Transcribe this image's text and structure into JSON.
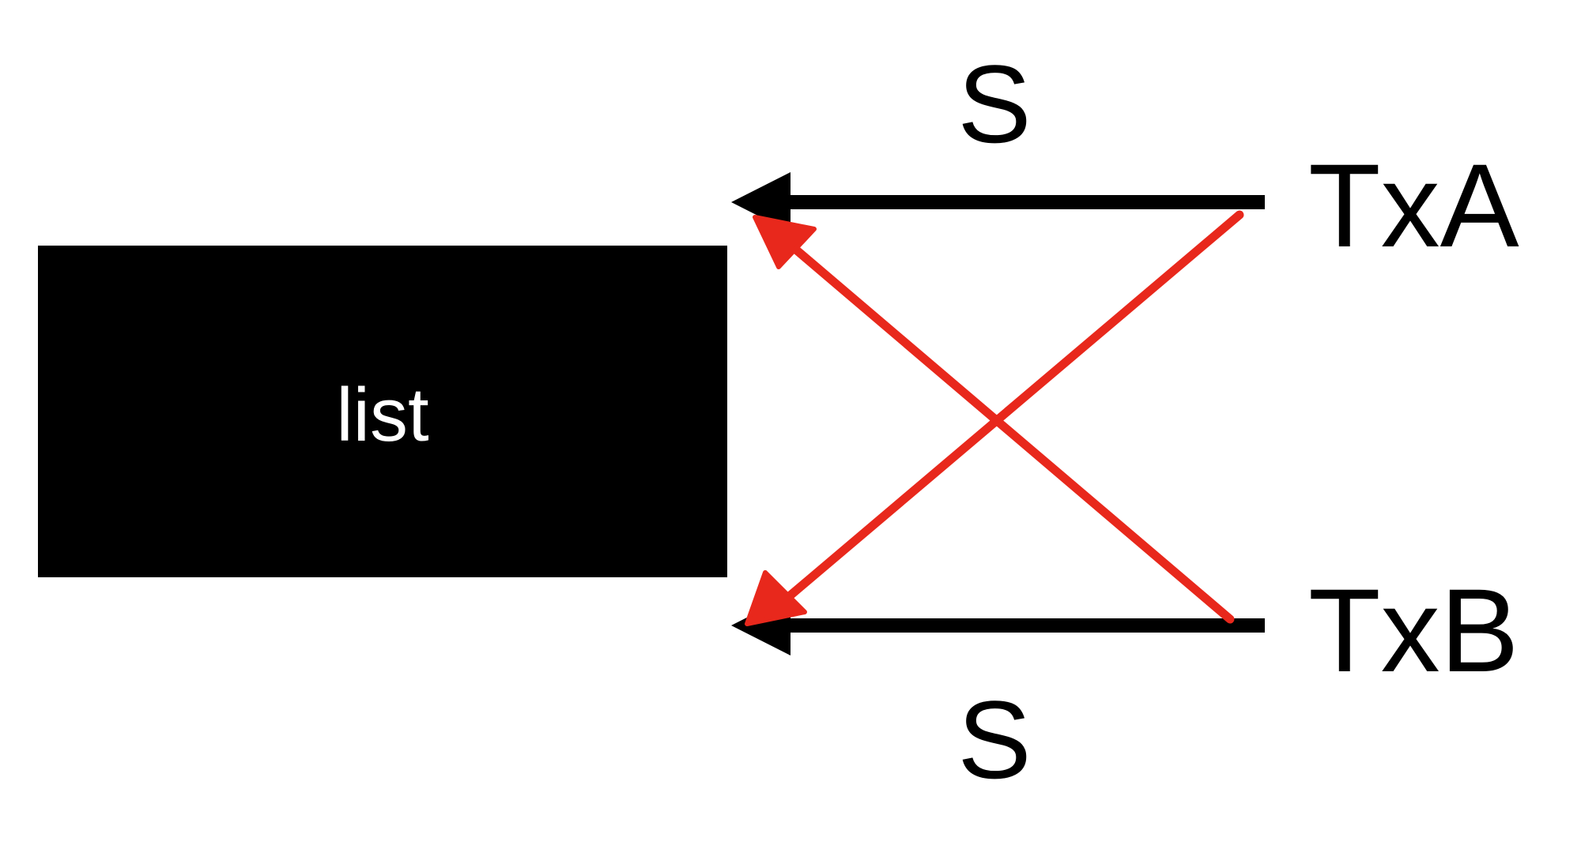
{
  "list_box": {
    "label": "list",
    "fill_color": "#000000",
    "text_color": "#ffffff"
  },
  "transactions": {
    "tx_a": {
      "label": "TxA"
    },
    "tx_b": {
      "label": "TxB"
    }
  },
  "locks": {
    "top": {
      "label": "S"
    },
    "bottom": {
      "label": "S"
    }
  },
  "colors": {
    "arrow_black": "#000000",
    "cross_red": "#e8281c",
    "background": "#ffffff"
  }
}
